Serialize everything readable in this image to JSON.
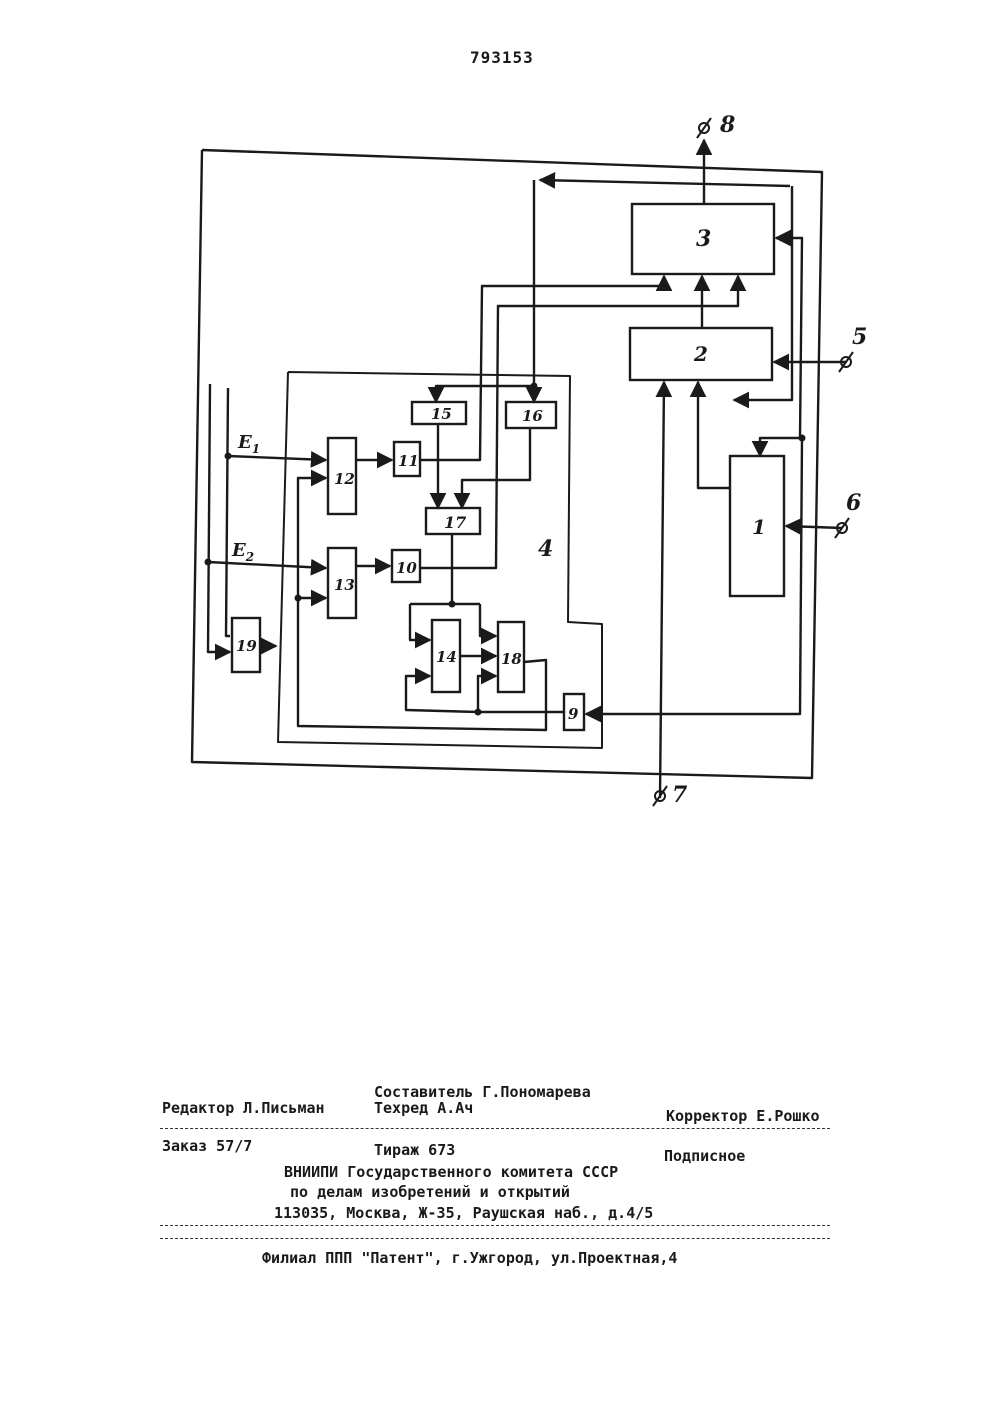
{
  "page_number": "793153",
  "diagram": {
    "blocks": [
      "1",
      "2",
      "3",
      "9",
      "10",
      "11",
      "12",
      "13",
      "14",
      "15",
      "16",
      "17",
      "18",
      "19"
    ],
    "terminals": [
      "5",
      "6",
      "7",
      "8"
    ],
    "group_label": "4",
    "inputs": {
      "e1": "E",
      "e1_sub": "1",
      "e2": "E",
      "e2_sub": "2"
    }
  },
  "imprint": {
    "compiler": "Составитель Г.Пономарева",
    "editor": "Редактор Л.Письман",
    "techred": "Техред А.Ач",
    "corrector": "Корректор Е.Рошко",
    "order": "Заказ 57/7",
    "circulation": "Тираж 673",
    "subscription": "Подписное",
    "org_line1": "ВНИИПИ Государственного комитета СССР",
    "org_line2": "по делам изобретений и открытий",
    "org_line3": "113035, Москва, Ж-35, Раушская наб., д.4/5",
    "branch": "Филиал ППП \"Патент\", г.Ужгород, ул.Проектная,4"
  }
}
